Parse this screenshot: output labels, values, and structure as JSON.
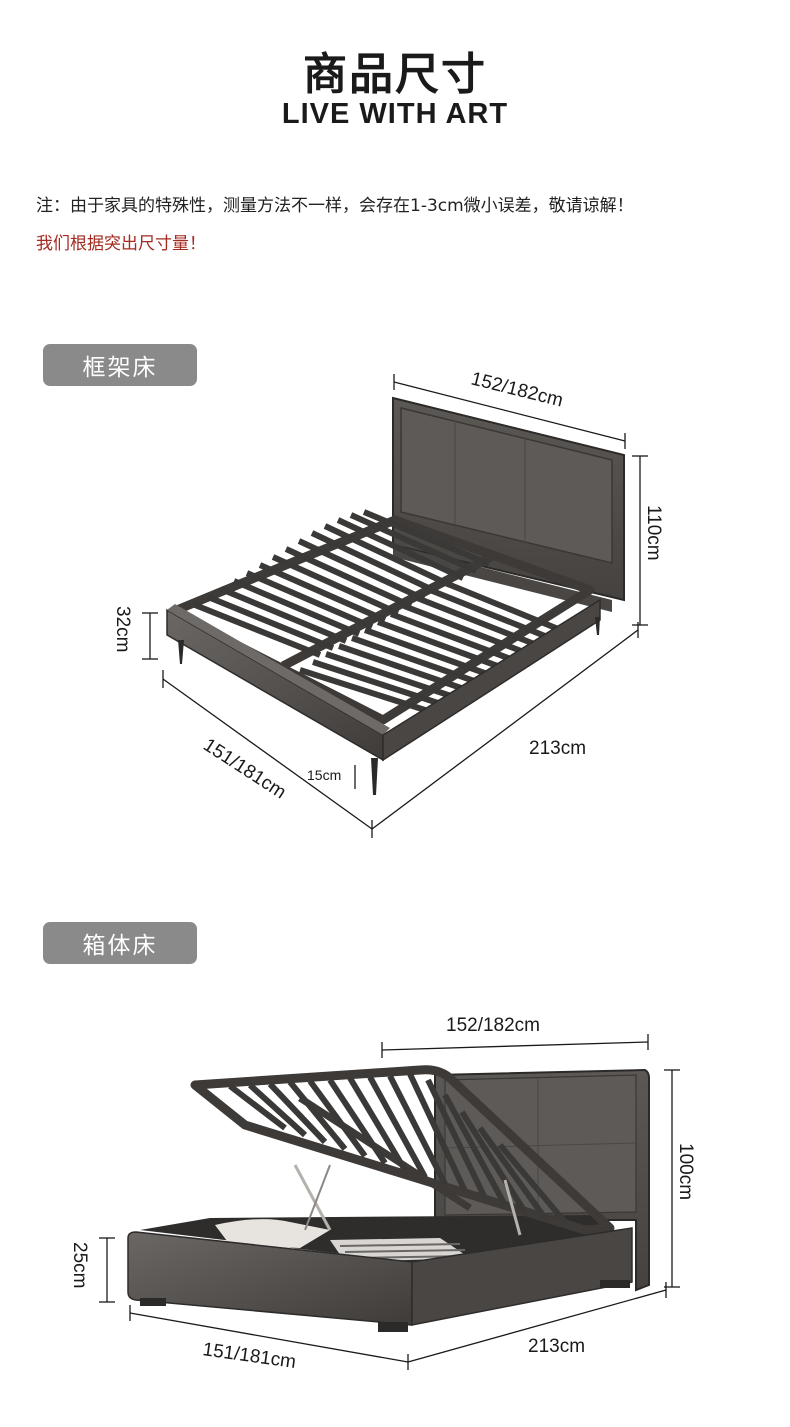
{
  "header": {
    "title": "商品尺寸",
    "subtitle": "LIVE WITH ART"
  },
  "notes": {
    "line1": "注：由于家具的特殊性，测量方法不一样，会存在1-3cm微小误差，敬请谅解！",
    "line2": "我们根据突出尺寸量！",
    "line2_color": "#a52a20"
  },
  "sections": [
    {
      "tag": "框架床",
      "dims": {
        "headboard_width": "152/182cm",
        "height": "110cm",
        "frame_height": "32cm",
        "width": "151/181cm",
        "length": "213cm",
        "leg": "15cm"
      }
    },
    {
      "tag": "箱体床",
      "dims": {
        "headboard_width": "152/182cm",
        "height": "100cm",
        "frame_height": "25cm",
        "width": "151/181cm",
        "length": "213cm"
      }
    }
  ],
  "colors": {
    "tag_bg": "#8a8a8a",
    "leather": "#55514e",
    "slat": "#3d3a38"
  }
}
